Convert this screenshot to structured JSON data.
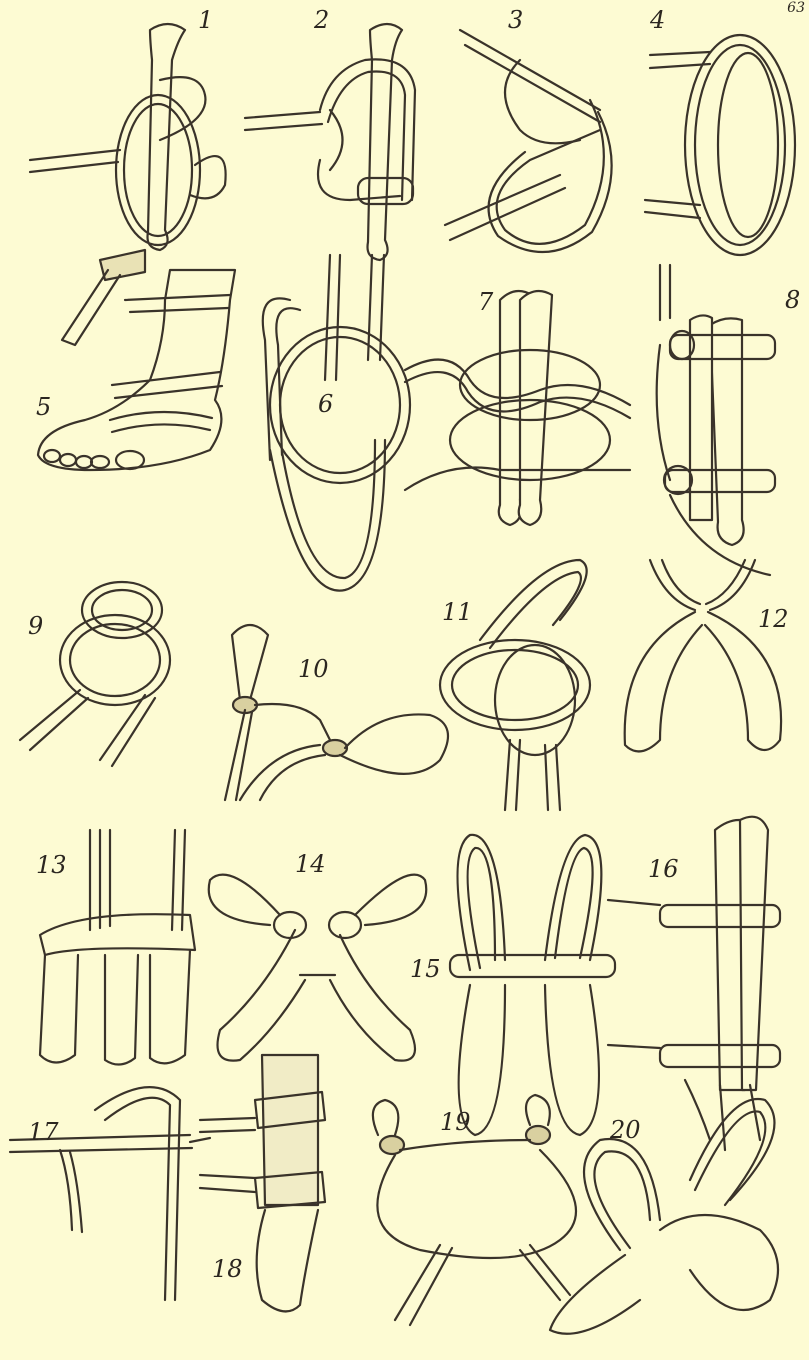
{
  "plate": {
    "corner_mark": "63",
    "background": "#fdfbd3",
    "ink": "#2b2620"
  },
  "figures": [
    {
      "label": "1"
    },
    {
      "label": "2"
    },
    {
      "label": "3"
    },
    {
      "label": "4"
    },
    {
      "label": "5"
    },
    {
      "label": "6"
    },
    {
      "label": "7"
    },
    {
      "label": "8"
    },
    {
      "label": "9"
    },
    {
      "label": "10"
    },
    {
      "label": "11"
    },
    {
      "label": "12"
    },
    {
      "label": "13"
    },
    {
      "label": "14"
    },
    {
      "label": "15"
    },
    {
      "label": "16"
    },
    {
      "label": "17"
    },
    {
      "label": "18"
    },
    {
      "label": "19"
    },
    {
      "label": "20"
    }
  ]
}
